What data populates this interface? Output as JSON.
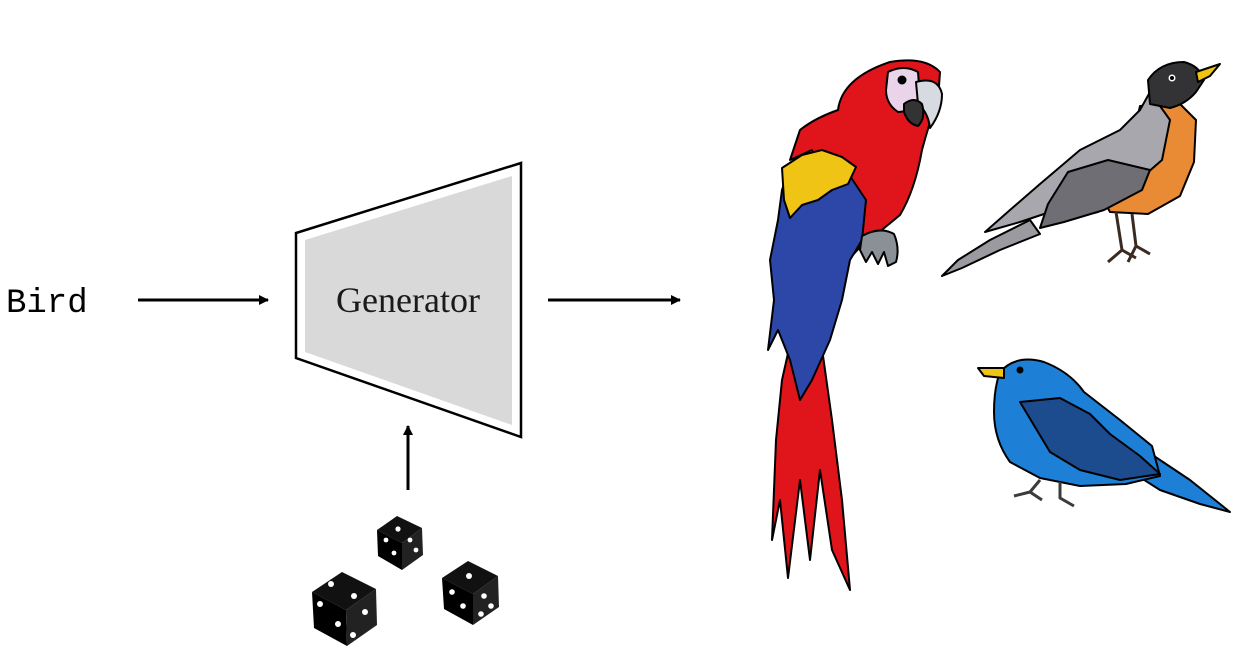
{
  "input": {
    "label": "Bird"
  },
  "generator": {
    "label": "Generator"
  },
  "noise": {
    "icon": "dice-icon",
    "count": 3
  },
  "outputs": [
    {
      "icon": "parrot-icon"
    },
    {
      "icon": "robin-icon"
    },
    {
      "icon": "bluebird-icon"
    }
  ],
  "colors": {
    "generator_fill": "#d9d9d9",
    "parrot_red": "#e0141b",
    "parrot_yellow": "#f0c414",
    "parrot_blue": "#2c47a8",
    "robin_gray": "#a7a7ad",
    "robin_orange": "#e98a35",
    "bluebird_blue": "#1e7fd6",
    "bluebird_dark": "#1c4b8e"
  }
}
